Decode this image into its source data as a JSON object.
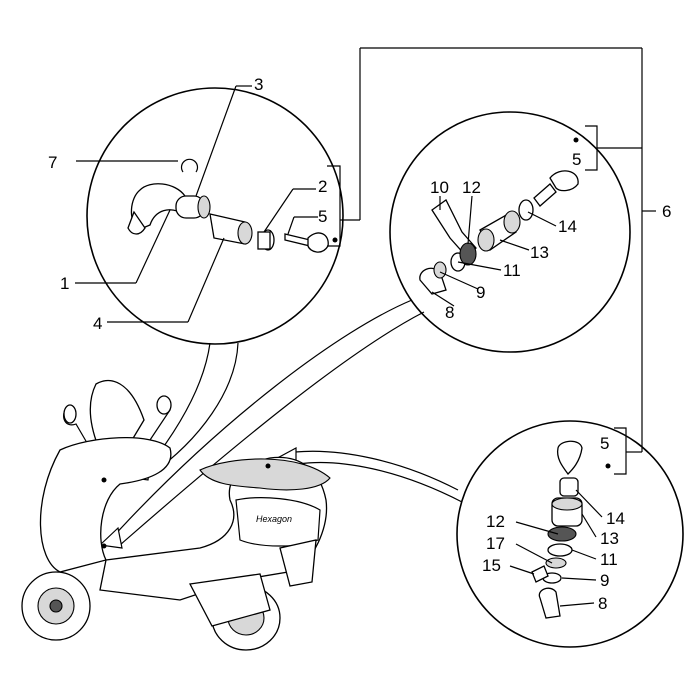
{
  "diagram": {
    "labels": {
      "n1": "1",
      "n2": "2",
      "n3": "3",
      "n4": "4",
      "n5a": "5",
      "n7": "7",
      "n5b": "5",
      "n6": "6",
      "n8a": "8",
      "n9a": "9",
      "n10": "10",
      "n11a": "11",
      "n12a": "12",
      "n13a": "13",
      "n14a": "14",
      "n5c": "5",
      "n8b": "8",
      "n9b": "9",
      "n11b": "11",
      "n12b": "12",
      "n13b": "13",
      "n14b": "14",
      "n15": "15",
      "n17": "17"
    },
    "scooter_badge": "Hexagon"
  }
}
